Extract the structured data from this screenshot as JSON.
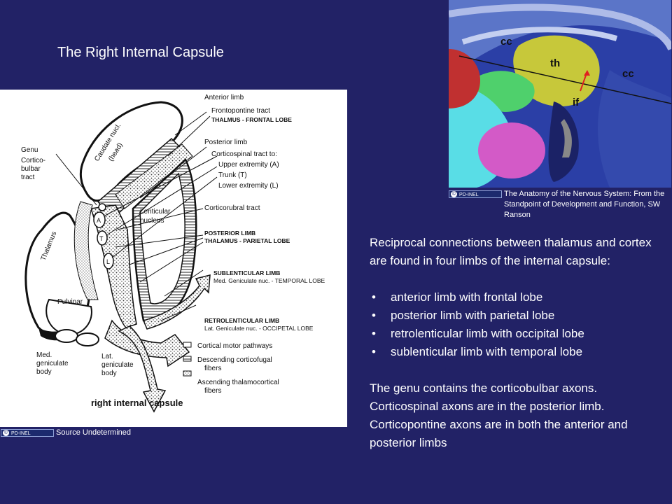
{
  "title": "The Right Internal Capsule",
  "diagram": {
    "labels": {
      "anterior_limb": "Anterior limb",
      "frontopontine": "Frontopontine tract",
      "thalmus_frontal": "THALMUS - FRONTAL LOBE",
      "posterior_limb": "Posterior limb",
      "corticospinal": "Corticospinal tract to:",
      "upper": "Upper extremity (A)",
      "trunk": "Trunk (T)",
      "lower": "Lower extremity (L)",
      "genu": "Genu",
      "cortico1": "Cortico-",
      "cortico2": "bulbar",
      "cortico3": "tract",
      "caudate1": "Caudate nucl.",
      "caudate2": "(head)",
      "lenticular1": "Lenticular",
      "lenticular2": "nucleus",
      "corticorubral": "Corticorubral tract",
      "post_limb_caps": "POSTERIOR LIMB",
      "thalamus_parietal": "THALAMUS - PARIETAL LOBE",
      "thalamus": "Thalamus",
      "sublenticular": "SUBLENTICULAR LIMB",
      "med_genic_temporal": "Med. Geniculate nuc. - TEMPORAL LOBE",
      "pulvinar": "Pulvinar",
      "retrolenticular": "RETROLENTICULAR LIMB",
      "lat_genic_occipital": "Lat. Geniculate nuc. - OCCIPETAL LOBE",
      "med_gen1": "Med.",
      "med_gen2": "geniculate",
      "med_gen3": "body",
      "lat_gen1": "Lat.",
      "lat_gen2": "geniculate",
      "lat_gen3": "body",
      "a": "A",
      "t": "T",
      "l": "L",
      "legend1": "Cortical motor pathways",
      "legend2a": "Descending corticofugal",
      "legend2b": "fibers",
      "legend3a": "Ascending thalamocortical",
      "legend3b": "fibers",
      "caption": "right internal capsule"
    }
  },
  "license_badge": "PD-INEL",
  "license_cc": "©",
  "credit_left": "Source Undetermined",
  "credit_right": "The Anatomy of the Nervous System: From the Standpoint of Development and Function, SW Ranson",
  "photo_labels": {
    "cc1": "cc",
    "th": "th",
    "cc2": "cc",
    "if": "if"
  },
  "body": {
    "intro": "Reciprocal connections between thalamus and cortex are found in four limbs of the internal capsule:",
    "bullets": [
      "anterior limb with frontal lobe",
      "posterior limb with parietal lobe",
      "retrolenticular limb with occipital lobe",
      "sublenticular limb with temporal lobe"
    ],
    "bullet_char": "•",
    "p1": "The genu contains the corticobulbar axons.",
    "p2": "Corticospinal axons are in the posterior limb.",
    "p3": "Corticopontine axons are in both the anterior and posterior limbs"
  }
}
